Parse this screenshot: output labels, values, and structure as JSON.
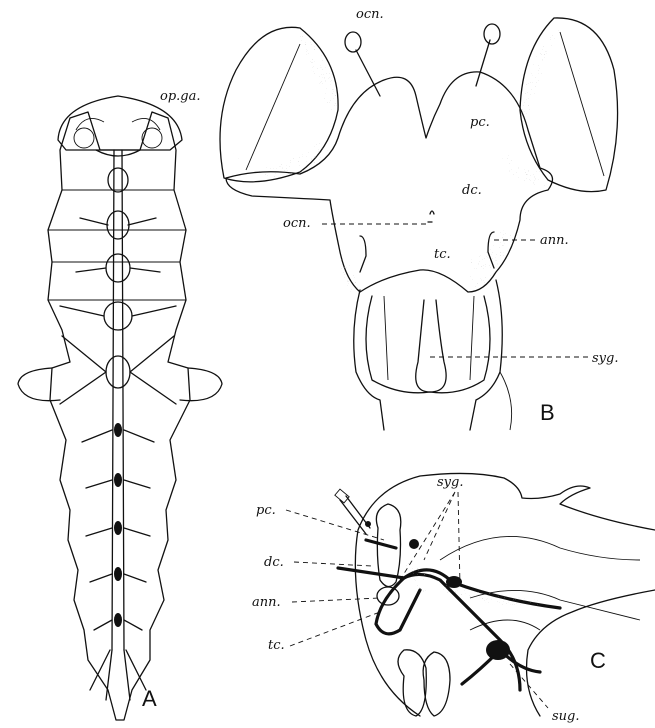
{
  "labels": {
    "ocn_top": "ocn.",
    "opga": "op.ga.",
    "pc_b": "pc.",
    "dc_b": "dc.",
    "ocn_left": "ocn.",
    "tc_b": "tc.",
    "ann_b": "ann.",
    "syg_b": "syg.",
    "syg_c": "syg.",
    "pc_c": "pc.",
    "dc_c": "dc.",
    "ann_c": "ann.",
    "tc_c": "tc.",
    "sug_c": "sug."
  },
  "panels": {
    "a": "A",
    "b": "B",
    "c": "C"
  }
}
